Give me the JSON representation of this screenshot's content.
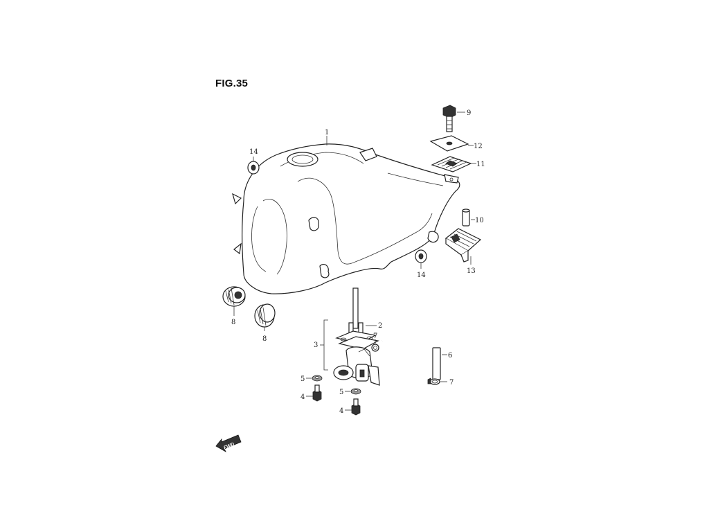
{
  "figure": {
    "title": "FIG.35"
  },
  "callouts": {
    "tank": "1",
    "cock_top": "2",
    "cock_assy": "3",
    "bolt_left": "4",
    "bolt_center": "4",
    "washer_left": "5",
    "washer_center": "5",
    "hose": "6",
    "clip_upper": "7",
    "clip_lower": "7",
    "cap_left": "8",
    "cap_right": "8",
    "bolt_top": "9",
    "collar": "10",
    "rubber_pad": "11",
    "plate": "12",
    "cushion": "13",
    "grommet_left": "14",
    "grommet_right": "14"
  },
  "fwd_badge": "FWD",
  "colors": {
    "line": "#222222",
    "fill": "#ffffff",
    "accent": "#333333"
  }
}
